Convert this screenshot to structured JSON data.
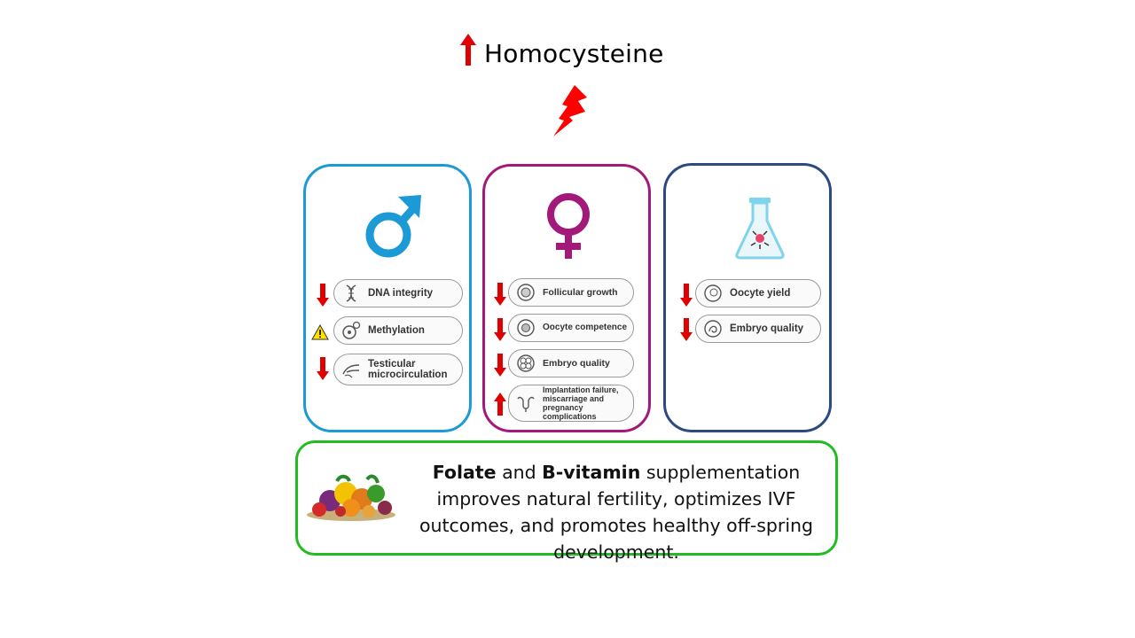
{
  "header": {
    "title": "Homocysteine",
    "title_arrow": "up"
  },
  "colors": {
    "arrow_red": "#e00000",
    "male_border": "#1b9ad6",
    "female_border": "#a3197a",
    "ivf_border": "#2a4a80",
    "bottom_border": "#22bb22"
  },
  "panels": {
    "male": {
      "symbol": "male-symbol-icon",
      "items": [
        {
          "indicator": "down",
          "icon": "dna-icon",
          "label": "DNA integrity"
        },
        {
          "indicator": "warning",
          "icon": "methyl-icon",
          "label": "Methylation"
        },
        {
          "indicator": "down",
          "icon": "vessel-icon",
          "label_line1": "Testicular",
          "label_line2": "microcirculation"
        }
      ]
    },
    "female": {
      "symbol": "female-symbol-icon",
      "items": [
        {
          "indicator": "down",
          "icon": "follicle-icon",
          "label": "Follicular growth"
        },
        {
          "indicator": "down",
          "icon": "oocyte-icon",
          "label": "Oocyte competence"
        },
        {
          "indicator": "down",
          "icon": "embryo-icon",
          "label": "Embryo quality"
        },
        {
          "indicator": "up",
          "icon": "uterus-icon",
          "label_line1": "Implantation failure,",
          "label_line2": "miscarriage and",
          "label_line3": "pregnancy complications"
        }
      ]
    },
    "ivf": {
      "symbol": "flask-icon",
      "items": [
        {
          "indicator": "down",
          "icon": "oocyte-icon",
          "label": "Oocyte yield"
        },
        {
          "indicator": "down",
          "icon": "embryo-icon",
          "label": "Embryo quality"
        }
      ]
    }
  },
  "bottom": {
    "bold1": "Folate",
    "text1": " and ",
    "bold2": "B-vitamin",
    "text2": " supplementation improves natural fertility, optimizes IVF outcomes, and promotes healthy off-spring development.",
    "image": "fruits-vegetables-icon"
  }
}
